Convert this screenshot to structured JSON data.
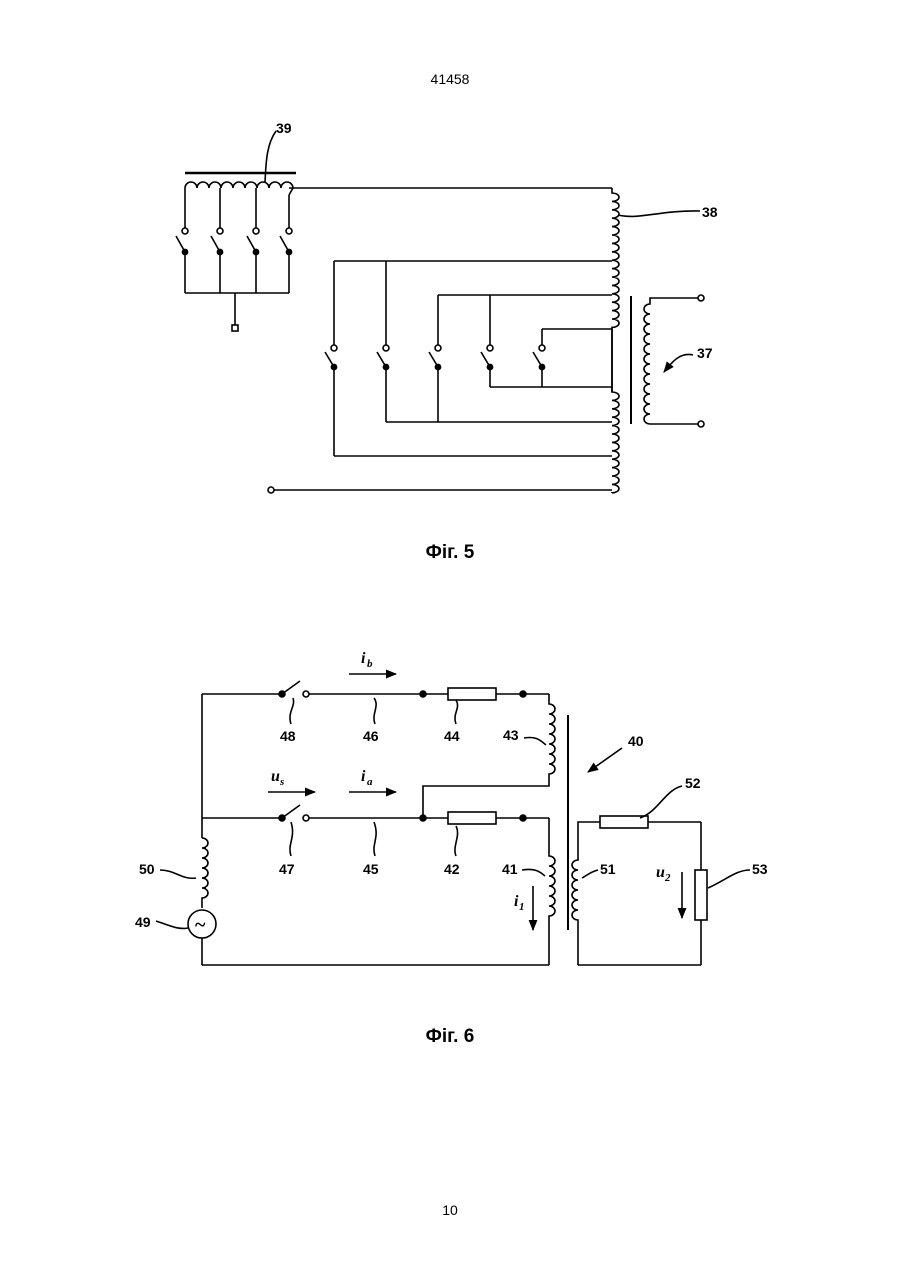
{
  "header": {
    "doc_number": "41458"
  },
  "footer": {
    "page_number": "10"
  },
  "fig5": {
    "caption": "Фіг. 5",
    "labels": {
      "l39": "39",
      "l38": "38",
      "l37": "37"
    }
  },
  "fig6": {
    "caption": "Фіг. 6",
    "labels": {
      "l40": "40",
      "l41": "41",
      "l42": "42",
      "l43": "43",
      "l44": "44",
      "l45": "45",
      "l46": "46",
      "l47": "47",
      "l48": "48",
      "l49": "49",
      "l50": "50",
      "l51": "51",
      "l52": "52",
      "l53": "53"
    },
    "symbols": {
      "ib": {
        "main": "i",
        "sub": "b"
      },
      "ia": {
        "main": "i",
        "sub": "a"
      },
      "us": {
        "main": "u",
        "sub": "s"
      },
      "i1": {
        "main": "i",
        "sub": "1"
      },
      "u2": {
        "main": "u",
        "sub": "2"
      },
      "source": "~"
    }
  }
}
